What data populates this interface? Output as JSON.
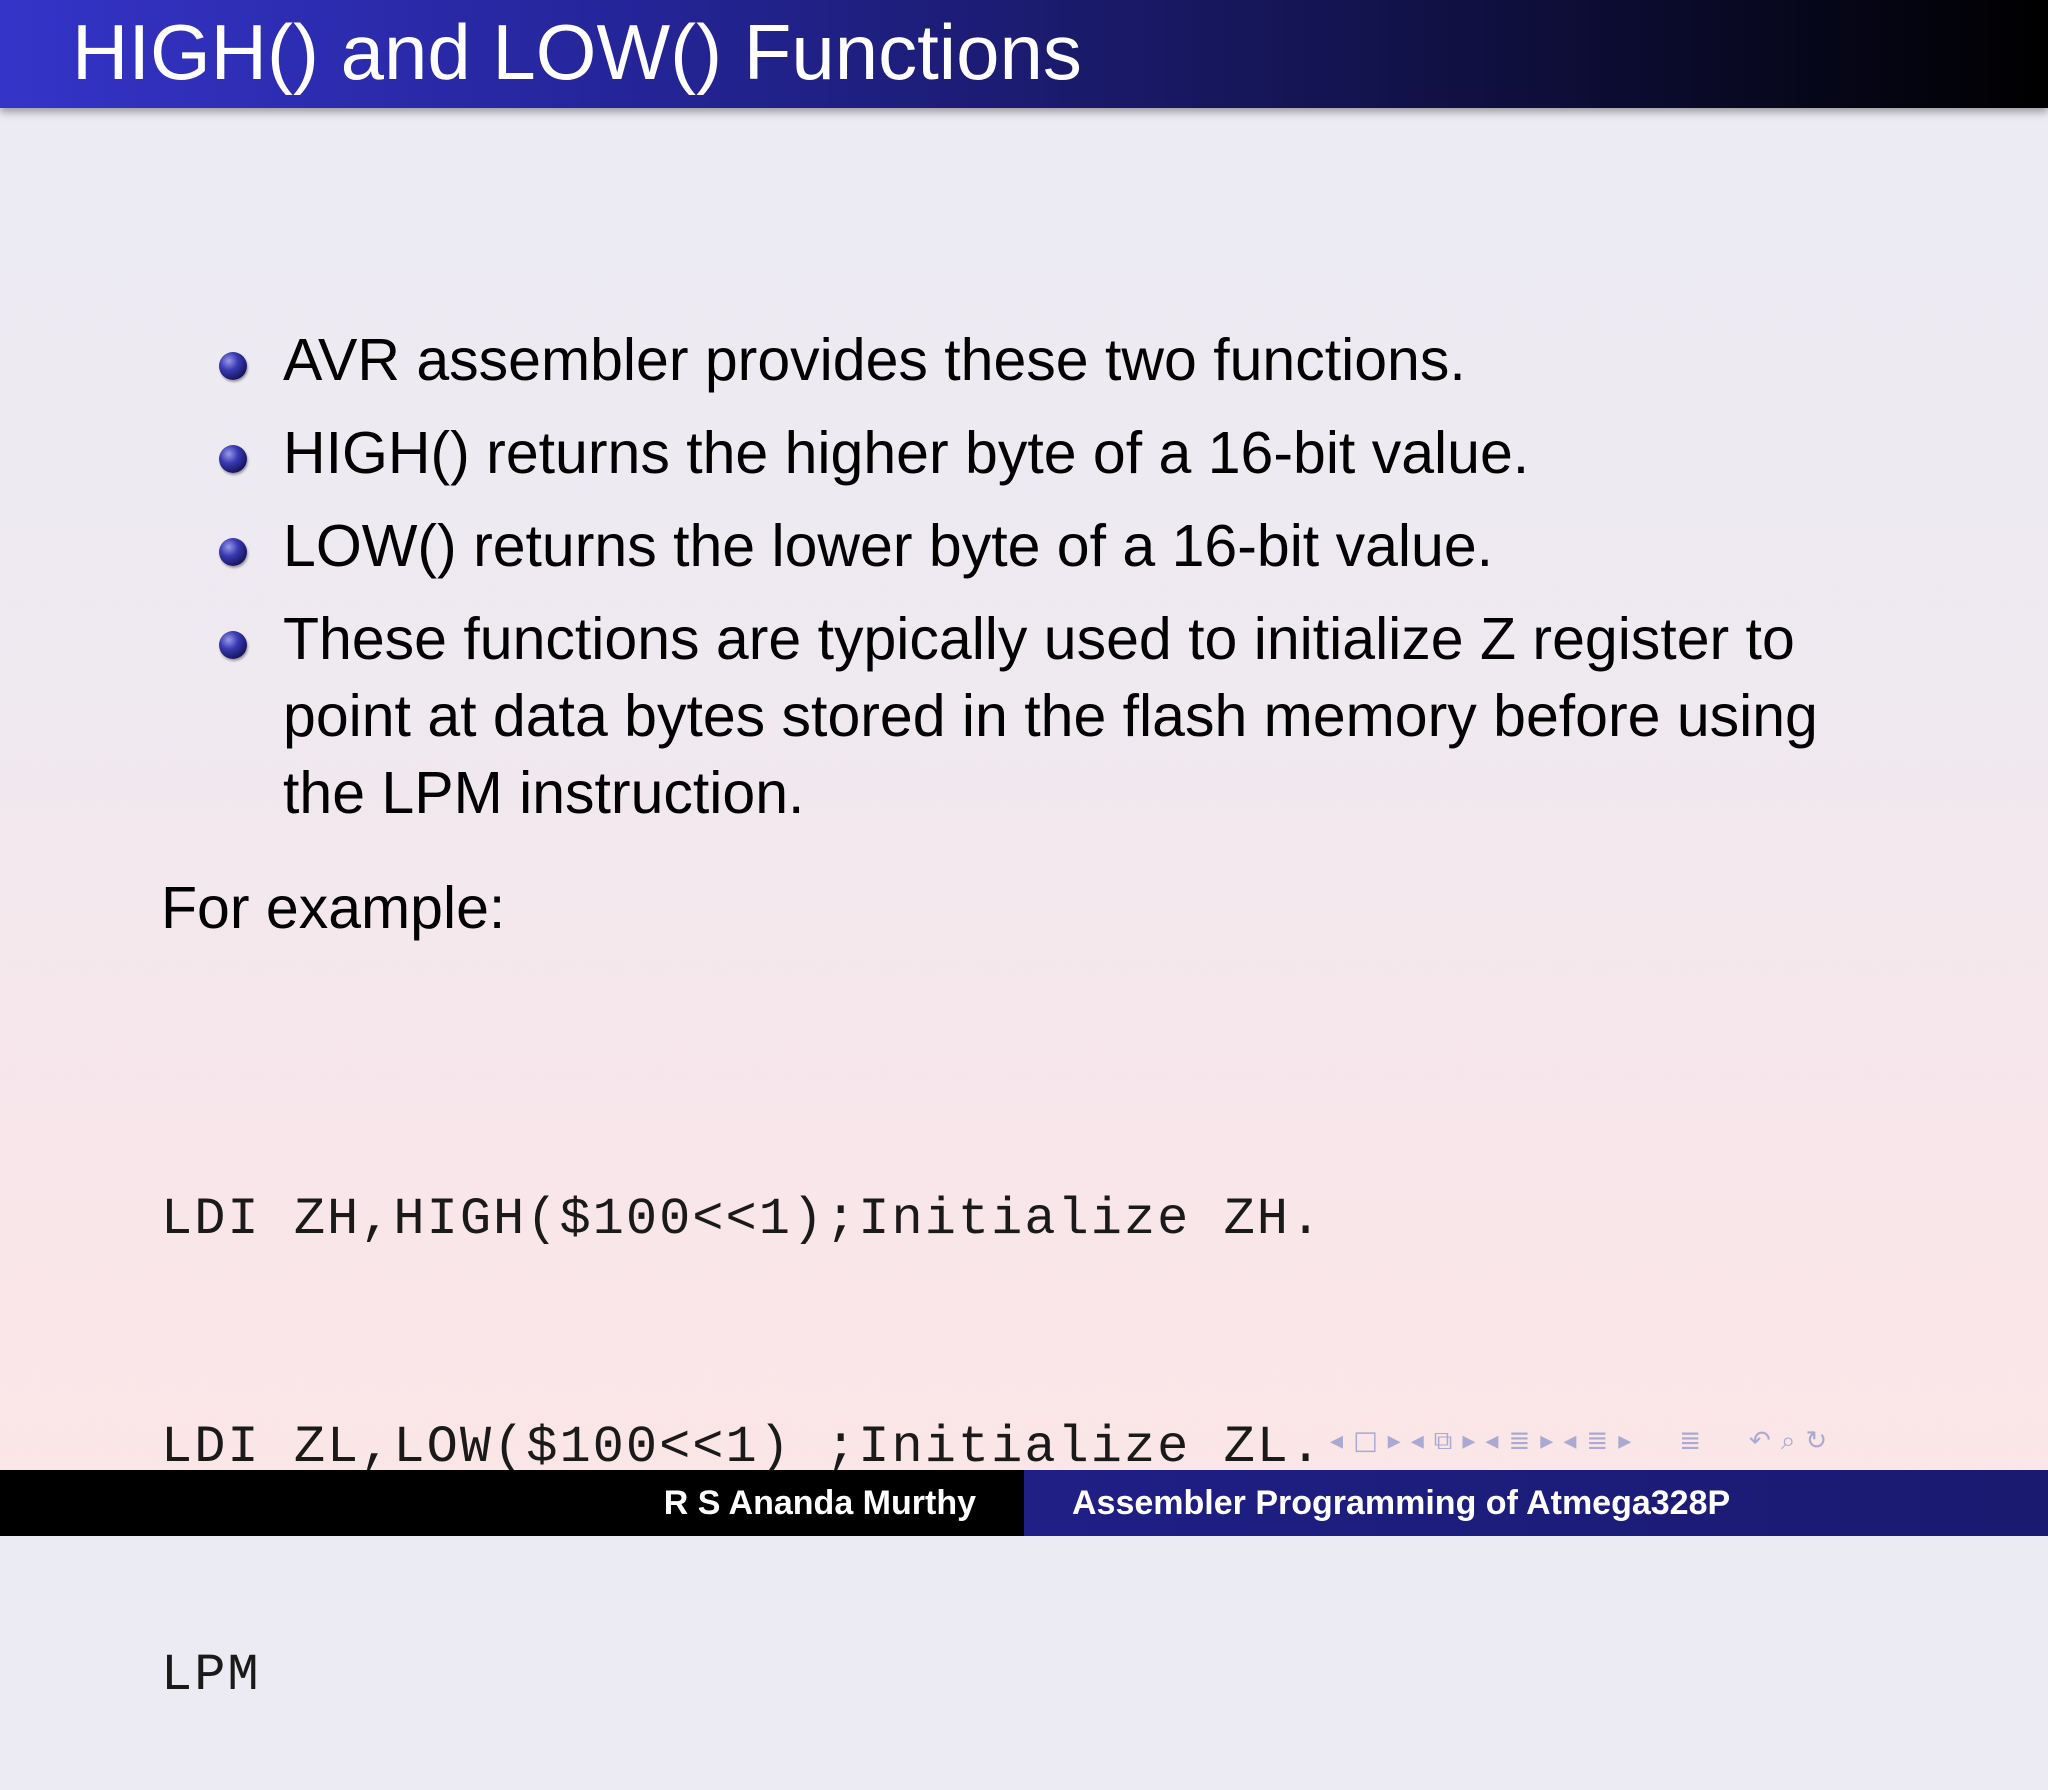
{
  "slide": {
    "title": "HIGH() and LOW() Functions",
    "bullets": [
      "AVR assembler provides these two functions.",
      "HIGH() returns the higher byte of a 16-bit value.",
      "LOW() returns the lower byte of a 16-bit value.",
      "These functions are typically used to initialize Z register to point at data bytes stored in the flash memory before using the LPM instruction."
    ],
    "example_label": "For example:",
    "code_lines": [
      "LDI ZH,HIGH($100<<1);Initialize ZH.",
      "LDI ZL,LOW($100<<1) ;Initialize ZL.",
      "LPM"
    ]
  },
  "navigation": {
    "icons": [
      "frame-prev-icon",
      "frame-icon",
      "frame-next-icon",
      "subsection-prev-icon",
      "subsection-icon",
      "subsection-next-icon",
      "section-prev-icon",
      "section-icon",
      "section-next-icon",
      "section-next2-icon",
      "document-icon",
      "undo-icon",
      "search-icon",
      "back-forward-icon"
    ],
    "color": "#a9a9d2"
  },
  "footer": {
    "author": "R S Ananda Murthy",
    "talk_title": "Assembler Programming of Atmega328P"
  },
  "colors": {
    "title_bar_start": "#3434c8",
    "title_bar_end": "#000000",
    "bullet": "#2a2aa0",
    "footer_left": "#000000",
    "footer_right": "#1f1f86"
  }
}
